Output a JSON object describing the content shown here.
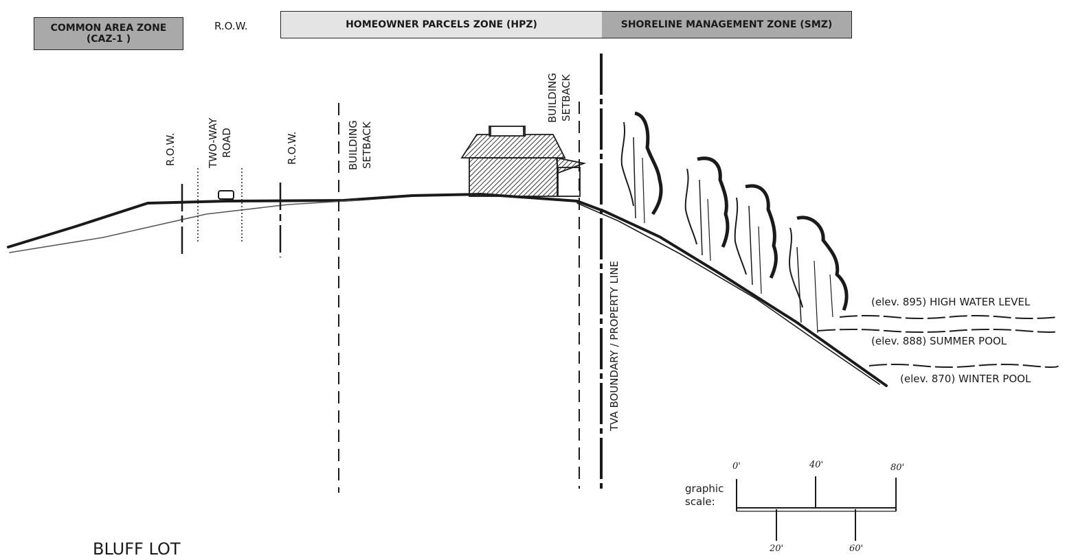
{
  "zones": {
    "caz_label": "COMMON AREA ZONE (CAZ-1 )",
    "row_top": "R.O.W.",
    "hpz": "HOMEOWNER PARCELS ZONE (HPZ)",
    "smz": "SHORELINE MANAGEMENT ZONE (SMZ)"
  },
  "section_labels": {
    "row_left": "R.O.W.",
    "two_way_road": "TWO-WAY\nROAD",
    "row_right": "R.O.W.",
    "building_setback_left": "BUILDING\nSETBACK",
    "building_setback_right": "BUILDING\nSETBACK",
    "tva_boundary": "TVA BOUNDARY / PROPERTY LINE"
  },
  "water_levels": {
    "high_water": "(elev. 895) HIGH WATER LEVEL",
    "summer_pool": "(elev. 888) SUMMER POOL",
    "winter_pool": "(elev. 870) WINTER POOL"
  },
  "scale": {
    "label": "graphic scale:",
    "ticks_top": [
      "0'",
      "40'",
      "80'"
    ],
    "ticks_bottom": [
      "20'",
      "60'"
    ]
  },
  "title": "BLUFF LOT",
  "colors": {
    "caz_fill": "#a9a9a9",
    "hpz_fill": "#e4e4e4",
    "smz_fill": "#a9a9a9",
    "ink": "#1a1a1a"
  }
}
